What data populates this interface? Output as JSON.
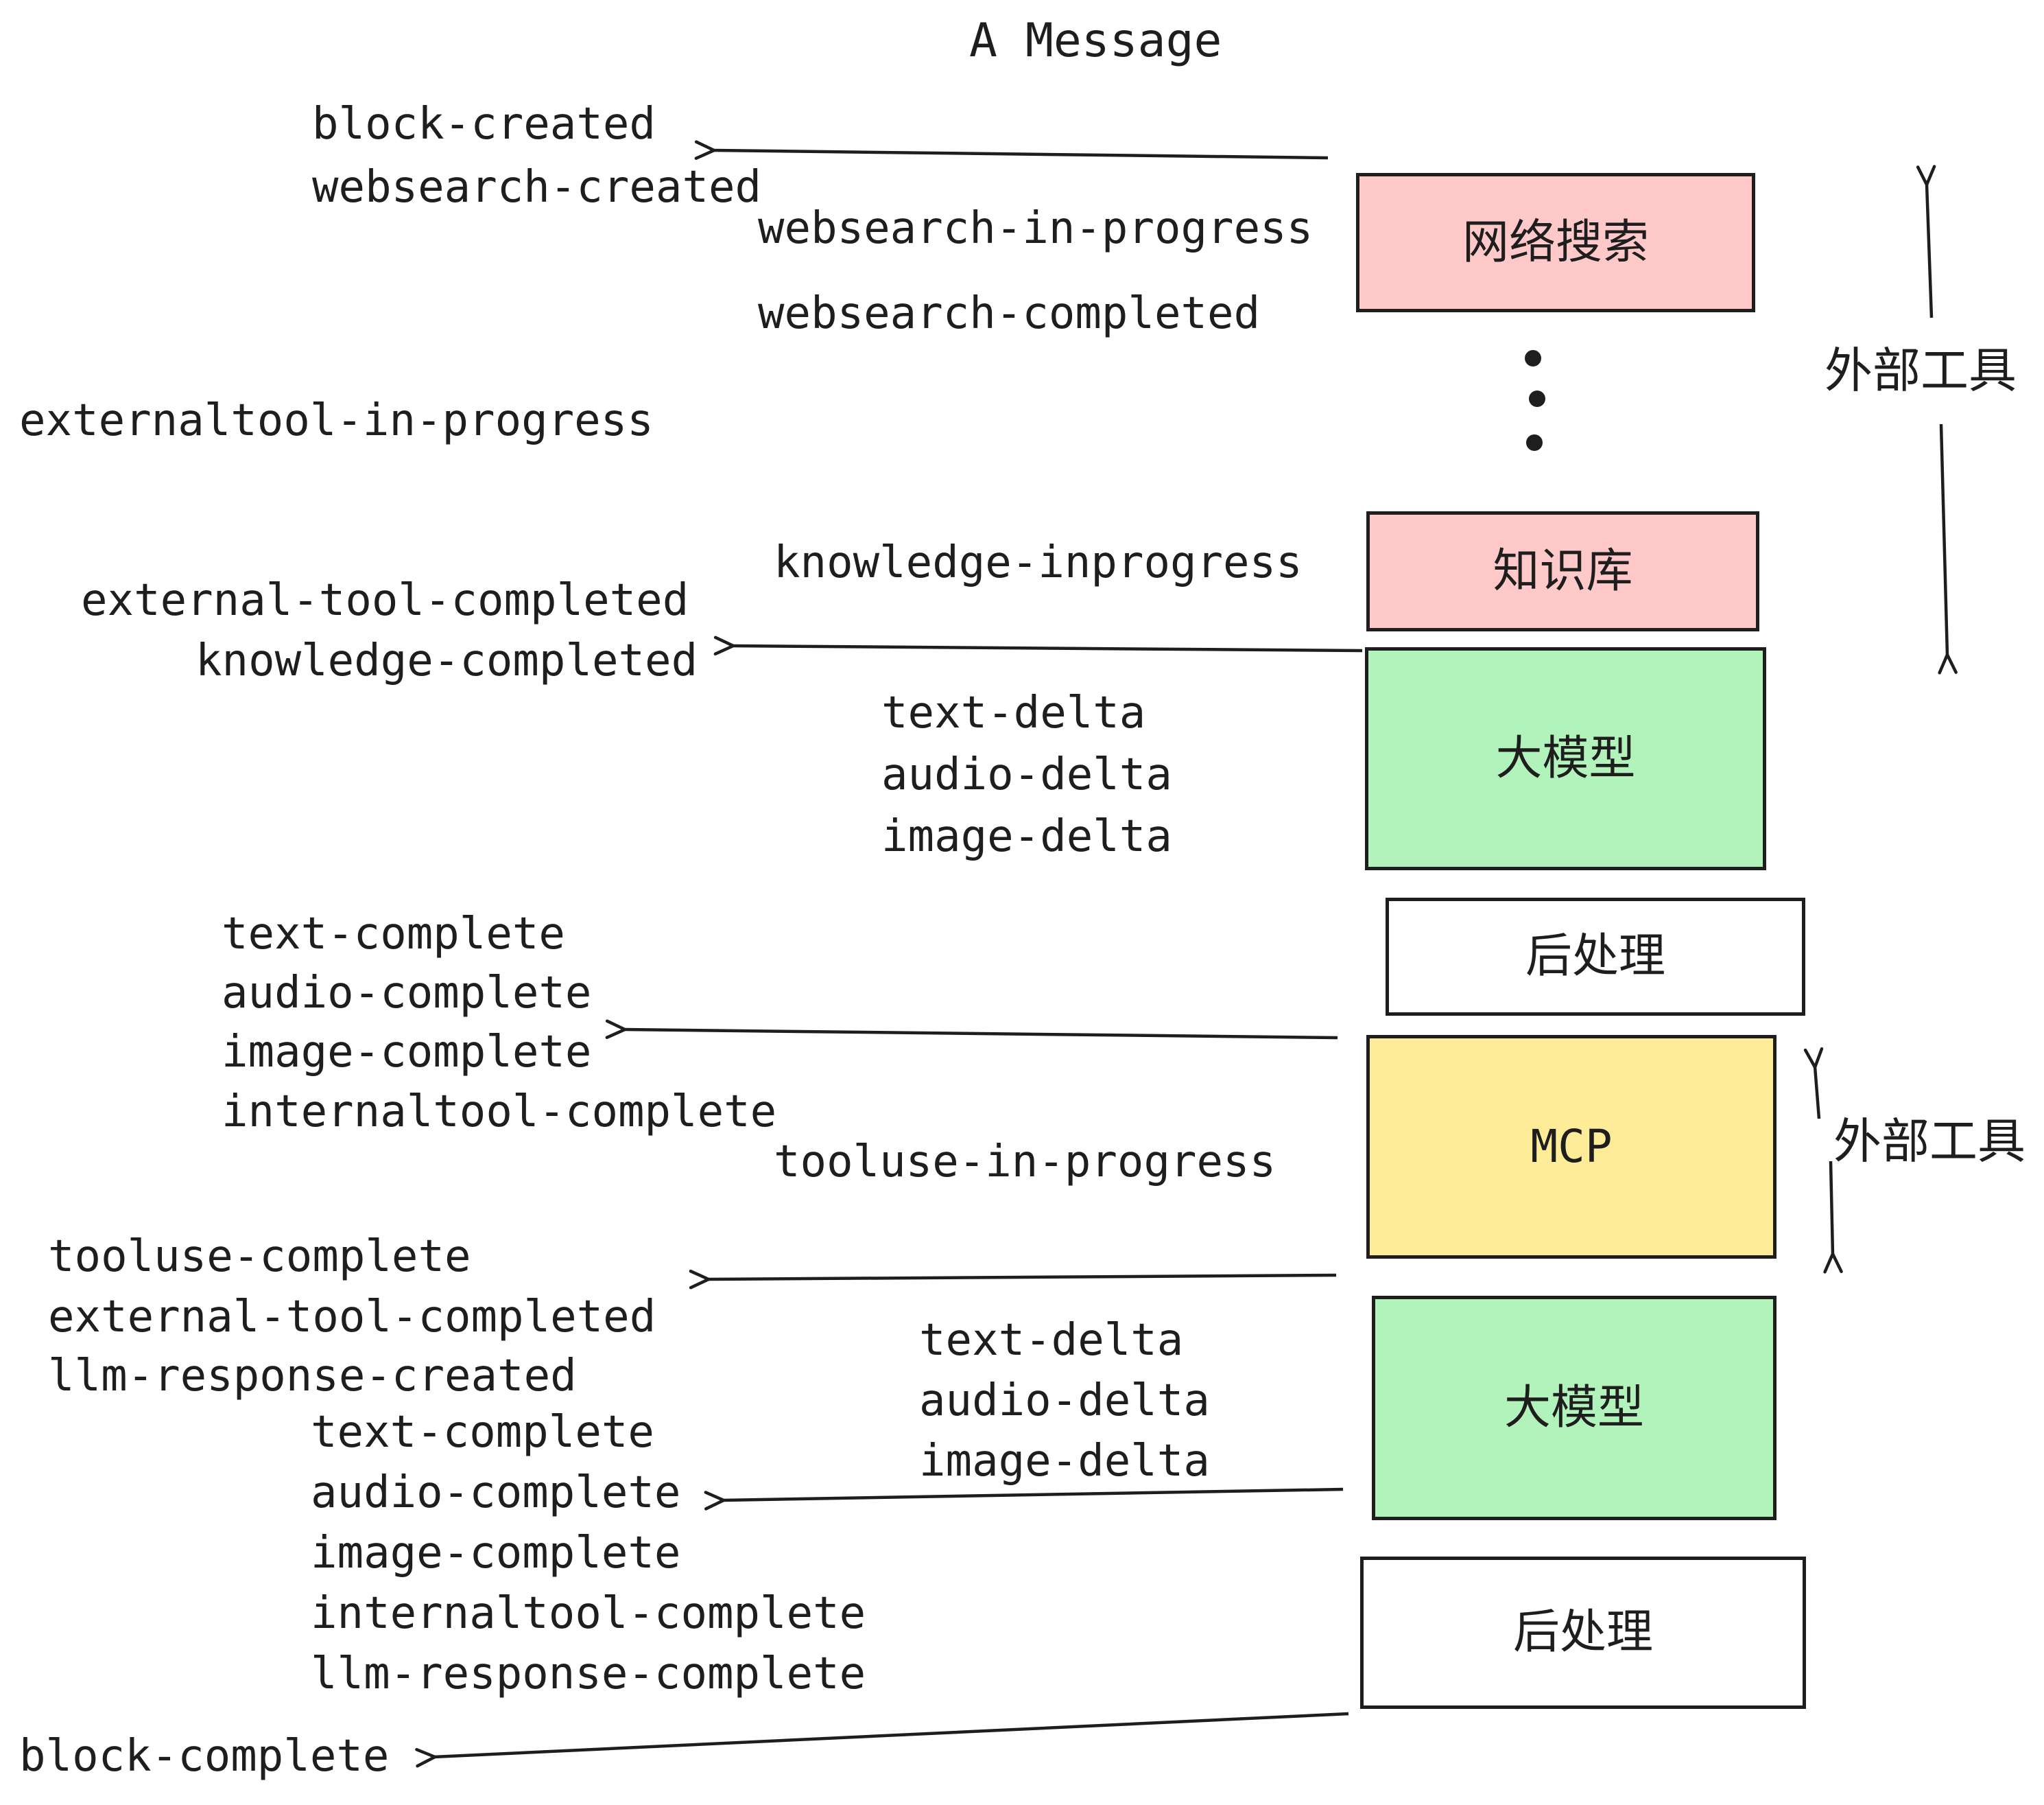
{
  "title": "A Message",
  "colors": {
    "pink": "#ffc9c9",
    "green": "#b2f2bb",
    "yellow": "#ffec99",
    "white": "#ffffff",
    "stroke": "#1e1e1e"
  },
  "nodes": {
    "websearch": "网络搜索",
    "knowledge": "知识库",
    "llm": "大模型",
    "postprocess": "后处理",
    "mcp": "MCP"
  },
  "side_label": "外部工具",
  "events": {
    "block_created": "block-created",
    "websearch_created": "websearch-created",
    "websearch_in_progress": "websearch-in-progress",
    "websearch_completed": "websearch-completed",
    "externaltool_in_progress": "externaltool-in-progress",
    "knowledge_inprogress": "knowledge-inprogress",
    "external_tool_completed": "external-tool-completed",
    "knowledge_completed": "knowledge-completed",
    "text_delta": "text-delta",
    "audio_delta": "audio-delta",
    "image_delta": "image-delta",
    "text_complete": "text-complete",
    "audio_complete": "audio-complete",
    "image_complete": "image-complete",
    "internaltool_complete": "internaltool-complete",
    "tooluse_in_progress": "tooluse-in-progress",
    "tooluse_complete": "tooluse-complete",
    "llm_response_created": "llm-response-created",
    "llm_response_complete": "llm-response-complete",
    "block_complete": "block-complete"
  }
}
